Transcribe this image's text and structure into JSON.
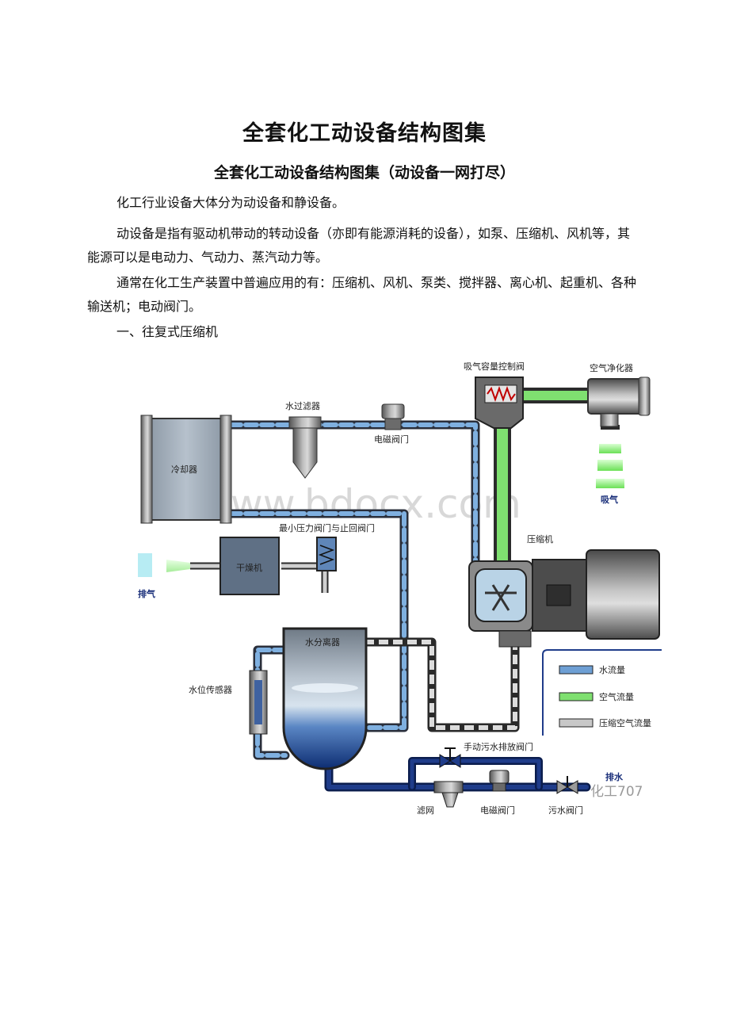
{
  "doc": {
    "title": "全套化工动设备结构图集",
    "subtitle": "全套化工动设备结构图集（动设备一网打尽）",
    "paragraphs": [
      "化工行业设备大体分为动设备和静设备。",
      "动设备是指有驱动机带动的转动设备（亦即有能源消耗的设备），如泵、压缩机、风机等，其能源可以是电动力、气动力、蒸汽动力等。",
      "通常在化工生产装置中普遍应用的有：压缩机、风机、泵类、搅拌器、离心机、起重机、各种输送机；电动阀门。",
      "一、往复式压缩机"
    ]
  },
  "diagram": {
    "labels": {
      "intake_valve": "吸气容量控制阀",
      "air_filter": "空气净化器",
      "intake": "吸气",
      "water_filter": "水过滤器",
      "solenoid_top": "电磁阀门",
      "cooler": "冷却器",
      "min_pressure_valve": "最小压力阀门与止回阀门",
      "compressor": "压缩机",
      "exhaust": "排气",
      "dryer": "干燥机",
      "separator": "水分离器",
      "level_sensor": "水位传感器",
      "manual_drain": "手动污水排放阀门",
      "drain": "排水",
      "strainer": "滤网",
      "solenoid_bottom": "电磁阀门",
      "sewage_valve": "污水阀门"
    },
    "legend": [
      {
        "label": "水流量",
        "color": "#6e9fd4"
      },
      {
        "label": "空气流量",
        "color": "#7fe070"
      },
      {
        "label": "压缩空气流量",
        "color": "#c8c8c8"
      }
    ],
    "watermark": "www.bdocx.com",
    "source_mark": "化工707"
  }
}
